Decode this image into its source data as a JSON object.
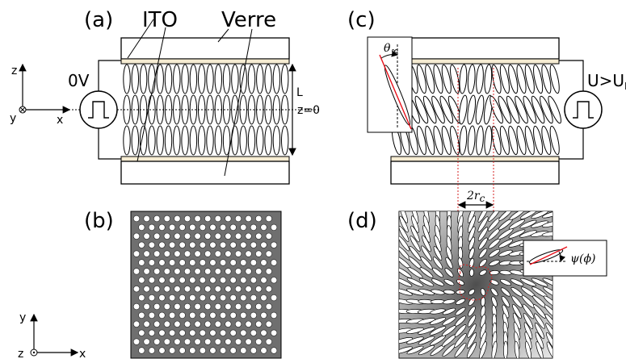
{
  "panels": {
    "a": "(a)",
    "b": "(b)",
    "c": "(c)",
    "d": "(d)"
  },
  "labels": {
    "ito": "ITO",
    "verre": "Verre",
    "voltage_off": "0V",
    "voltage_on": "U>U",
    "voltage_on_sub": "F",
    "thickness": "L",
    "midplane": "z=0",
    "theta": "θ",
    "theta_sub": "∞",
    "diameter": "2r",
    "diameter_sub": "c",
    "psi": "ψ(ϕ)"
  },
  "axes_top": {
    "z": "z",
    "y": "y",
    "x": "x"
  },
  "axes_bottom": {
    "y": "y",
    "z": "z",
    "x": "x"
  },
  "colors": {
    "ito_strip": "#f6ecd2",
    "hex_background": "#6f6f6f",
    "director_red": "#e8101a",
    "guide_line": "#d62020"
  }
}
